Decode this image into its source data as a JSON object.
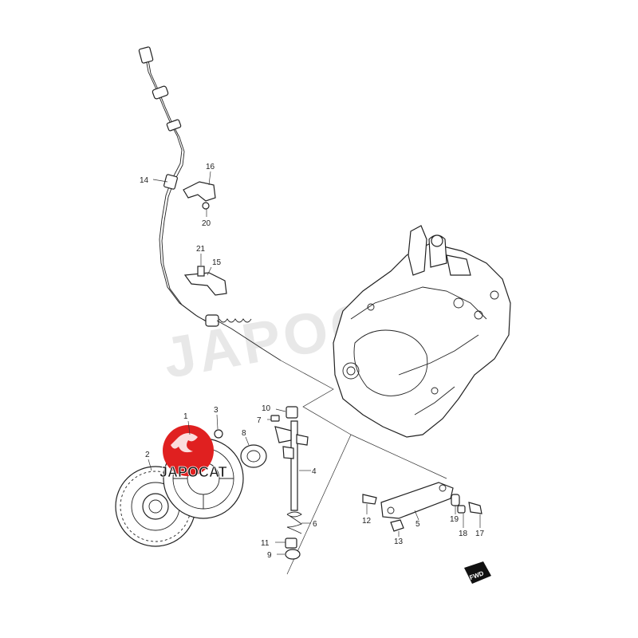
{
  "watermark": {
    "text": "JAPOCAT"
  },
  "logo": {
    "text": "JAPOCAT",
    "color": "#e02020"
  },
  "fwd_badge": {
    "text": "FWD"
  },
  "callouts": [
    {
      "number": "1"
    },
    {
      "number": "2"
    },
    {
      "number": "3"
    },
    {
      "number": "4"
    },
    {
      "number": "5"
    },
    {
      "number": "6"
    },
    {
      "number": "7"
    },
    {
      "number": "8"
    },
    {
      "number": "9"
    },
    {
      "number": "10"
    },
    {
      "number": "11"
    },
    {
      "number": "12"
    },
    {
      "number": "13"
    },
    {
      "number": "14"
    },
    {
      "number": "15"
    },
    {
      "number": "16"
    },
    {
      "number": "17"
    },
    {
      "number": "18"
    },
    {
      "number": "19"
    },
    {
      "number": "20"
    },
    {
      "number": "21"
    }
  ]
}
